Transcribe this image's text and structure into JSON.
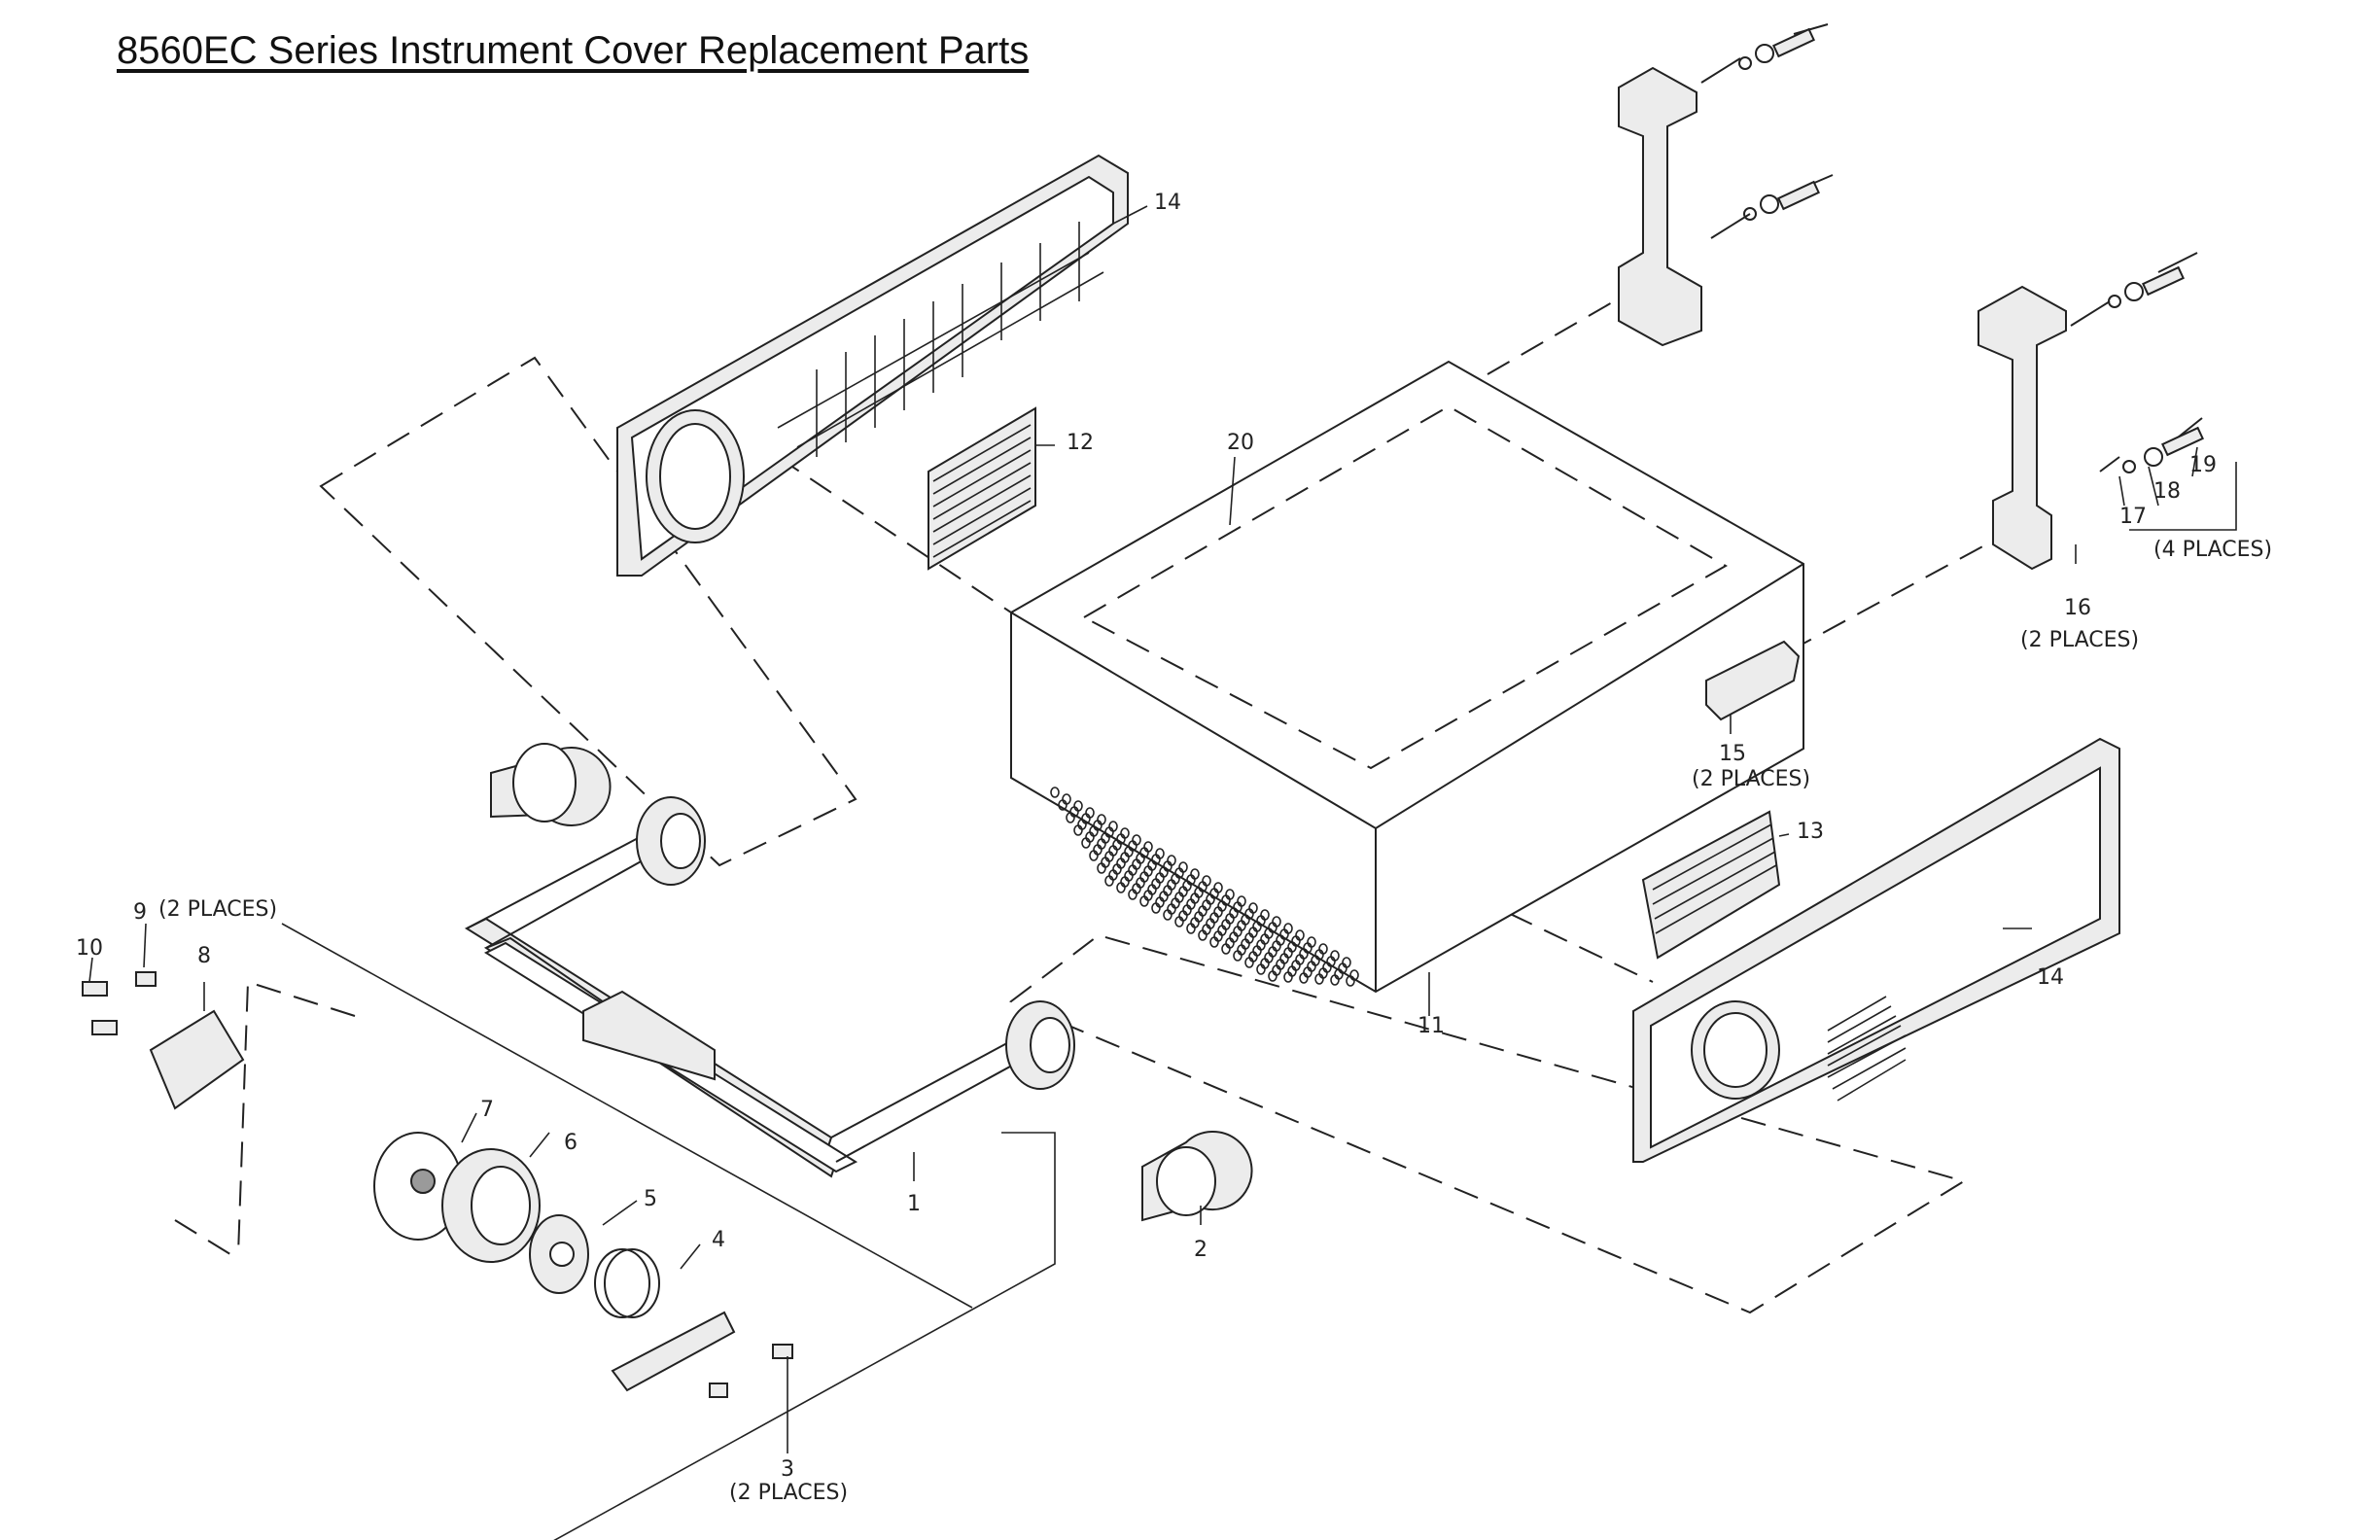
{
  "title": "8560EC Series Instrument Cover Replacement Parts",
  "callouts": [
    {
      "id": "c1",
      "text": "1"
    },
    {
      "id": "c2",
      "text": "2"
    },
    {
      "id": "c3",
      "text": "3"
    },
    {
      "id": "c3p",
      "text": "(2  PLACES)"
    },
    {
      "id": "c4",
      "text": "4"
    },
    {
      "id": "c5",
      "text": "5"
    },
    {
      "id": "c6",
      "text": "6"
    },
    {
      "id": "c7",
      "text": "7"
    },
    {
      "id": "c8",
      "text": "8"
    },
    {
      "id": "c9",
      "text": "9"
    },
    {
      "id": "c9p",
      "text": "(2  PLACES)"
    },
    {
      "id": "c10",
      "text": "10"
    },
    {
      "id": "c11",
      "text": "11"
    },
    {
      "id": "c12",
      "text": "12"
    },
    {
      "id": "c13",
      "text": "13"
    },
    {
      "id": "c14a",
      "text": "14"
    },
    {
      "id": "c14b",
      "text": "14"
    },
    {
      "id": "c15",
      "text": "15"
    },
    {
      "id": "c15p",
      "text": "(2  PLACES)"
    },
    {
      "id": "c16",
      "text": "16"
    },
    {
      "id": "c16p",
      "text": "(2  PLACES)"
    },
    {
      "id": "c17",
      "text": "17"
    },
    {
      "id": "c18",
      "text": "18"
    },
    {
      "id": "c19",
      "text": "19"
    },
    {
      "id": "c19p",
      "text": "(4  PLACES)"
    },
    {
      "id": "c20",
      "text": "20"
    }
  ]
}
